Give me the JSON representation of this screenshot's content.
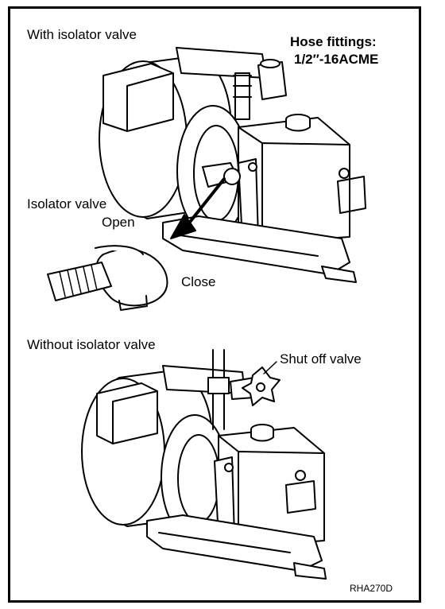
{
  "top": {
    "title": "With isolator valve",
    "hose_line1": "Hose fittings:",
    "hose_line2": "1/2″-16ACME",
    "isolator_label": "Isolator valve",
    "open_label": "Open",
    "close_label": "Close"
  },
  "bottom": {
    "title": "Without isolator valve",
    "shutoff_label": "Shut off valve"
  },
  "figure_code": "RHA270D"
}
